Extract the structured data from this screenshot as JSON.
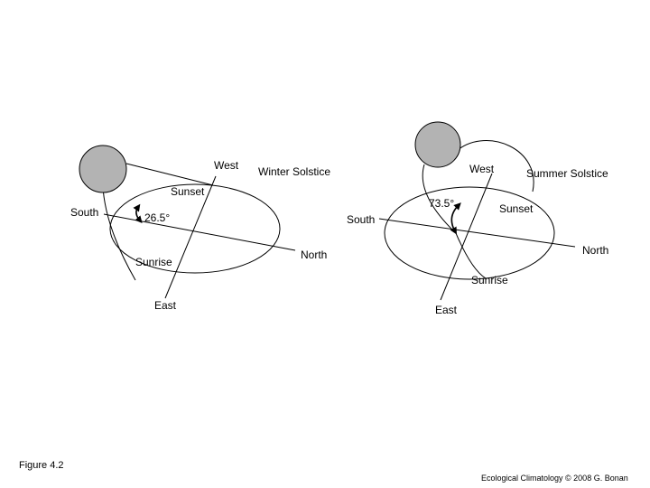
{
  "winter": {
    "title": "Winter Solstice",
    "west": "West",
    "east": "East",
    "south": "South",
    "north": "North",
    "sunset": "Sunset",
    "sunrise": "Sunrise",
    "angle": "26.5°"
  },
  "summer": {
    "title": "Summer Solstice",
    "west": "West",
    "east": "East",
    "south": "South",
    "north": "North",
    "sunset": "Sunset",
    "sunrise": "Sunrise",
    "angle": "73.5°"
  },
  "footer": {
    "figure": "Figure 4.2",
    "credit": "Ecological Climatology © 2008 G. Bonan"
  },
  "colors": {
    "sun": "#b3b3b3",
    "line": "#000000"
  }
}
